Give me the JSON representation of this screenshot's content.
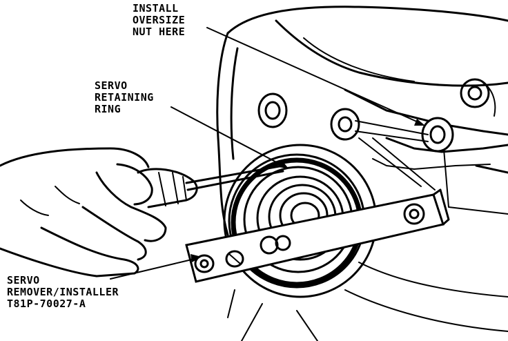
{
  "callouts": {
    "install_nut": [
      "INSTALL",
      "OVERSIZE",
      "NUT HERE"
    ],
    "retaining_ring": [
      "SERVO",
      "RETAINING",
      "RING"
    ],
    "servo_tool": [
      "SERVO",
      "REMOVER/INSTALLER",
      "T81P-70027-A"
    ]
  }
}
